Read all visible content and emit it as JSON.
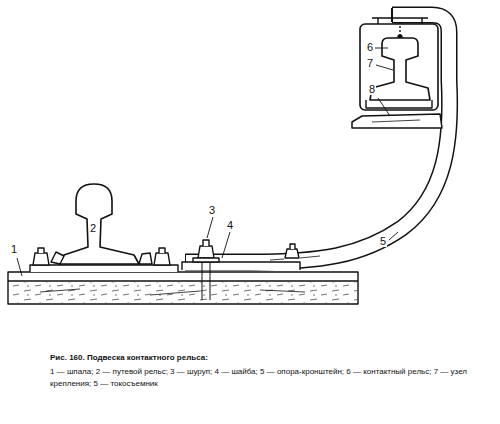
{
  "diagram": {
    "caption": "Рис. 160. Подвеска контактного рельса:",
    "labels": [
      "1",
      "2",
      "3",
      "4",
      "5",
      "6",
      "7",
      "8",
      "1 — шпала; 2 — путевой рельс; 3 — шуруп; 4 — шайба; 5 — опора-кронштейн; 6 — контактный рельс; 7 — узел крепления; 5 — токосъемник"
    ]
  }
}
